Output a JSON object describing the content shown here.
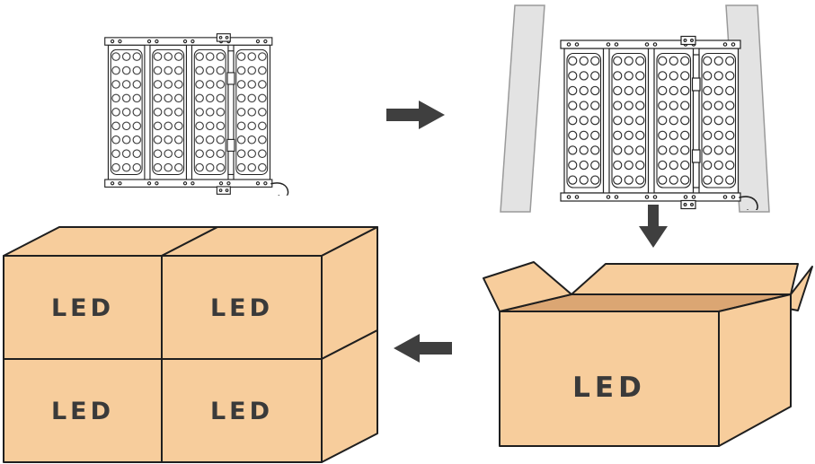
{
  "colors": {
    "background": "#ffffff",
    "carton": "#f7cd9c",
    "carton_inside": "#dba673",
    "outline": "#1f1f1f",
    "arrow": "#3f3f3f",
    "foam": "#e3e3e3",
    "foam_outline": "#9a9a9a",
    "panel": "#ffffff",
    "panel_outline": "#222222",
    "label": "#3a3a3a"
  },
  "open_box": {
    "label": "LED"
  },
  "stacked_boxes": {
    "labels": [
      "LED",
      "LED",
      "LED",
      "LED"
    ]
  }
}
